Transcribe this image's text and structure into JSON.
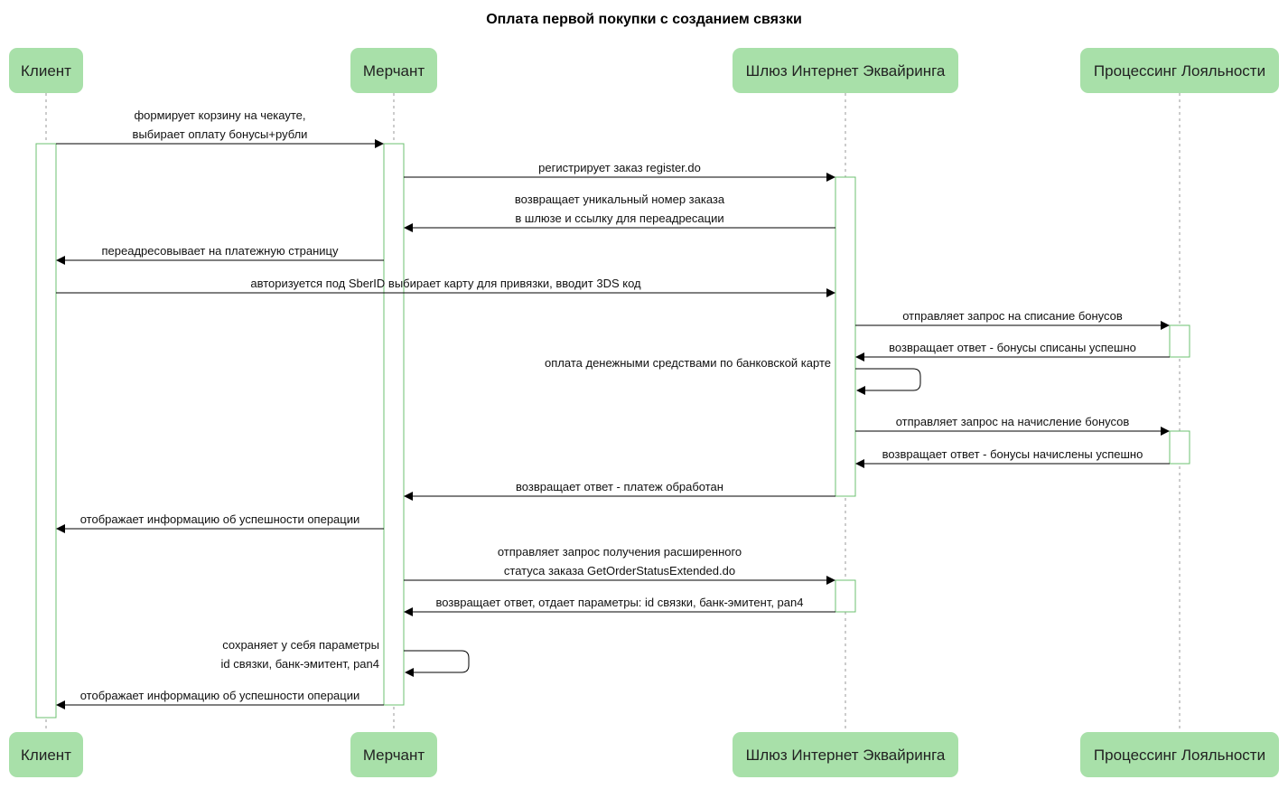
{
  "diagram": {
    "title": "Оплата первой покупки с созданием связки",
    "colors": {
      "participant_fill": "#a8e0a9",
      "activation_stroke": "#6cc070",
      "lifeline": "#999999",
      "arrow": "#000000",
      "background": "#ffffff"
    },
    "participants": [
      {
        "id": "client",
        "label": "Клиент"
      },
      {
        "id": "merchant",
        "label": "Мерчант"
      },
      {
        "id": "gateway",
        "label": "Шлюз Интернет Эквайринга"
      },
      {
        "id": "loyalty",
        "label": "Процессинг Лояльности"
      }
    ],
    "messages": [
      {
        "from": "client",
        "to": "merchant",
        "lines": [
          "формирует корзину на чекауте,",
          "выбирает оплату бонусы+рубли"
        ]
      },
      {
        "from": "merchant",
        "to": "gateway",
        "lines": [
          "регистрирует заказ register.do"
        ]
      },
      {
        "from": "gateway",
        "to": "merchant",
        "lines": [
          "возвращает уникальный номер заказа",
          "в шлюзе и ссылку для переадресации"
        ]
      },
      {
        "from": "merchant",
        "to": "client",
        "lines": [
          "переадресовывает на платежную страницу"
        ]
      },
      {
        "from": "client",
        "to": "gateway",
        "lines": [
          "авторизуется под SberID выбирает карту для привязки, вводит 3DS код"
        ]
      },
      {
        "from": "gateway",
        "to": "loyalty",
        "lines": [
          "отправляет запрос на списание бонусов"
        ]
      },
      {
        "from": "loyalty",
        "to": "gateway",
        "lines": [
          "возвращает ответ - бонусы списаны успешно"
        ]
      },
      {
        "from": "gateway",
        "to": "gateway",
        "lines": [
          "оплата денежными средствами по банковской карте"
        ]
      },
      {
        "from": "gateway",
        "to": "loyalty",
        "lines": [
          "отправляет запрос на начисление бонусов"
        ]
      },
      {
        "from": "loyalty",
        "to": "gateway",
        "lines": [
          "возвращает ответ - бонусы начислены успешно"
        ]
      },
      {
        "from": "gateway",
        "to": "merchant",
        "lines": [
          "возвращает ответ - платеж обработан"
        ]
      },
      {
        "from": "merchant",
        "to": "client",
        "lines": [
          "отображает информацию об успешности операции"
        ]
      },
      {
        "from": "merchant",
        "to": "gateway",
        "lines": [
          "отправляет запрос получения расширенного",
          "статуса заказа GetOrderStatusExtended.do"
        ]
      },
      {
        "from": "gateway",
        "to": "merchant",
        "lines": [
          "возвращает ответ, отдает параметры: id связки, банк-эмитент, pan4"
        ]
      },
      {
        "from": "merchant",
        "to": "merchant",
        "lines": [
          "сохраняет у себя параметры",
          "id связки, банк-эмитент, pan4"
        ]
      },
      {
        "from": "merchant",
        "to": "client",
        "lines": [
          "отображает информацию об успешности операции"
        ]
      }
    ]
  }
}
